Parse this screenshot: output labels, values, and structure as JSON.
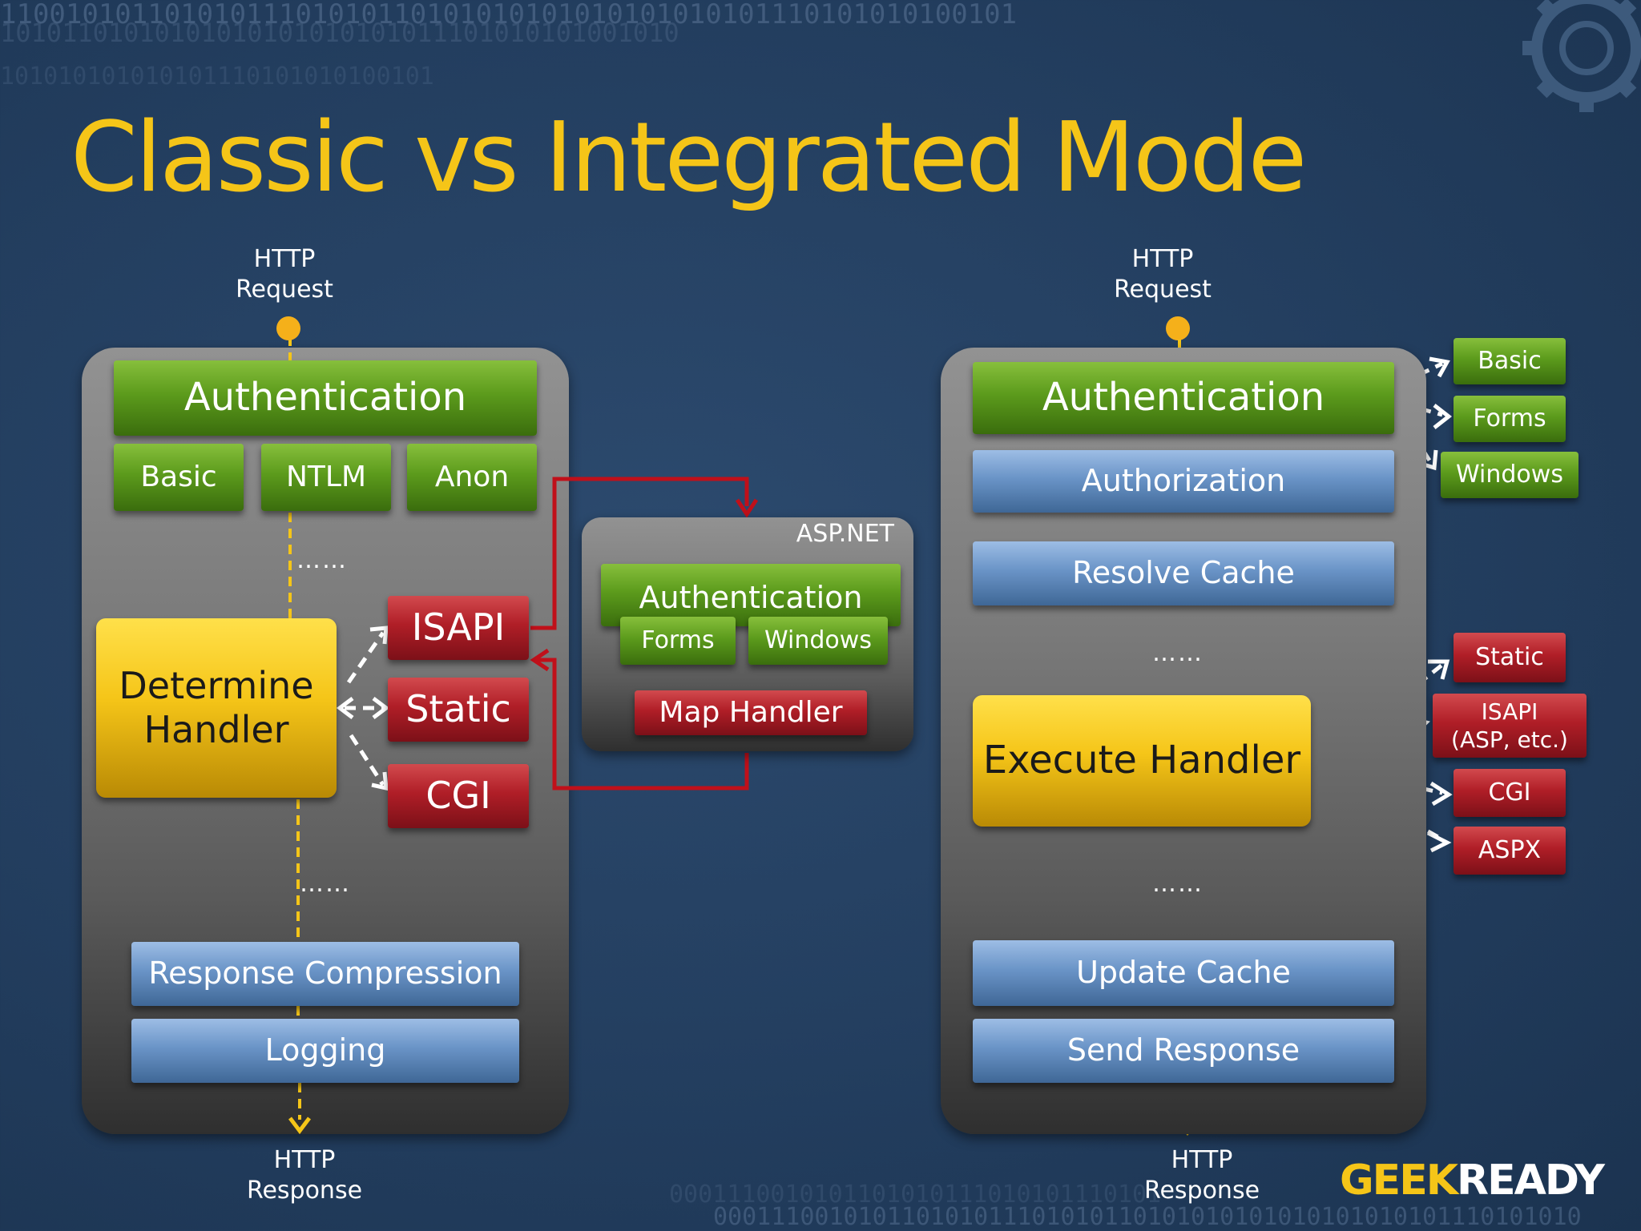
{
  "title": "Classic vs Integrated Mode",
  "background_binary": [
    "11001010110101011101010110101010101010101010101110101010100101",
    "10101101010101010101010101011101010101001010",
    "101010101010101110101010100101",
    "0001110010101101010111010101110101",
    "000111001010110101011101010110101010101010101010101110101010"
  ],
  "classic": {
    "request_label": "HTTP\nRequest",
    "response_label": "HTTP\nResponse",
    "authentication": "Authentication",
    "auth_modules": [
      "Basic",
      "NTLM",
      "Anon"
    ],
    "dots_1": "……",
    "determine_handler": "Determine\nHandler",
    "handlers": [
      "ISAPI",
      "Static",
      "CGI"
    ],
    "dots_2": "……",
    "response_compression": "Response Compression",
    "logging": "Logging"
  },
  "aspnet": {
    "label": "ASP.NET",
    "authentication": "Authentication",
    "auth_modules": [
      "Forms",
      "Windows"
    ],
    "map_handler": "Map Handler"
  },
  "integrated": {
    "request_label": "HTTP\nRequest",
    "response_label": "HTTP\nResponse",
    "authentication": "Authentication",
    "authorization": "Authorization",
    "resolve_cache": "Resolve Cache",
    "dots_1": "……",
    "execute_handler": "Execute Handler",
    "dots_2": "……",
    "update_cache": "Update Cache",
    "send_response": "Send Response",
    "auth_modules": [
      "Basic",
      "Forms",
      "Windows"
    ],
    "handlers": [
      "Static",
      "ISAPI\n(ASP, etc.)",
      "CGI",
      "ASPX"
    ]
  },
  "logo": {
    "part1": "GEEK",
    "part2": "READY"
  },
  "colors": {
    "accent_yellow": "#f5c518",
    "green": "#5c9b1c",
    "blue": "#6a94c7",
    "red": "#b01e27",
    "background": "#233e5f"
  }
}
